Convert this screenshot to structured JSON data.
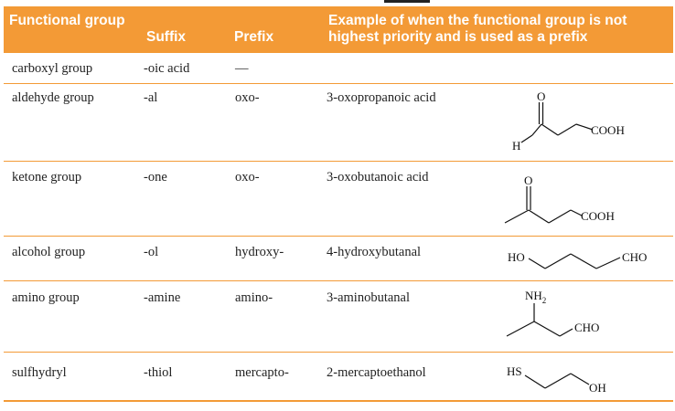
{
  "header": {
    "functional_group": "Functional group",
    "suffix": "Suffix",
    "prefix": "Prefix",
    "example": "Example of when the functional group is not highest priority and is used as a prefix"
  },
  "rows": [
    {
      "group": "carboxyl group",
      "suffix": "-oic acid",
      "prefix": "—",
      "example": ""
    },
    {
      "group": "aldehyde group",
      "suffix": "-al",
      "prefix": "oxo-",
      "example": "3-oxopropanoic acid"
    },
    {
      "group": "ketone group",
      "suffix": "-one",
      "prefix": "oxo-",
      "example": "3-oxobutanoic acid"
    },
    {
      "group": "alcohol group",
      "suffix": "-ol",
      "prefix": "hydroxy-",
      "example": "4-hydroxybutanal"
    },
    {
      "group": "amino group",
      "suffix": "-amine",
      "prefix": "amino-",
      "example": "3-aminobutanal"
    },
    {
      "group": "sulfhydryl",
      "suffix": "-thiol",
      "prefix": "mercapto-",
      "example": "2-mercaptoethanol"
    }
  ],
  "structures": {
    "aldehyde": {
      "o": "O",
      "h": "H",
      "cooh": "COOH"
    },
    "ketone": {
      "o": "O",
      "cooh": "COOH"
    },
    "alcohol": {
      "ho": "HO",
      "cho": "CHO"
    },
    "amino": {
      "nh": "NH",
      "sub": "2",
      "cho": "CHO"
    },
    "thiol": {
      "hs": "HS",
      "oh": "OH"
    }
  },
  "colors": {
    "header_bg": "#f39a36",
    "header_text": "#ffffff",
    "rule": "#f39a36"
  }
}
